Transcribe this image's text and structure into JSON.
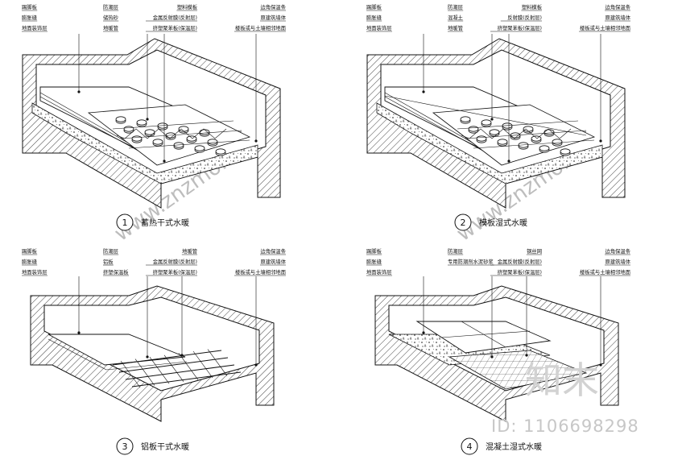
{
  "panels": [
    {
      "number": "1",
      "caption": "蓄热干式水暖",
      "left_labels": [
        "踢脚板",
        "膨胀缝",
        "地面装饰层"
      ],
      "mid_labels": [
        "防潮层",
        "储热砂",
        "地暖管"
      ],
      "right_labels": [
        "塑料模板",
        "金属反射膜(反射层)",
        "挤塑聚苯板(保温层)"
      ],
      "far_labels": [
        "边角保温条",
        "原建筑墙体",
        "楼板或与土壤相邻地面"
      ]
    },
    {
      "number": "2",
      "caption": "模板湿式水暖",
      "left_labels": [
        "踢脚板",
        "膨胀缝",
        "地面装饰层"
      ],
      "mid_labels": [
        "防潮层",
        "混凝土",
        "地暖管"
      ],
      "right_labels": [
        "塑料模板",
        "反射膜(反射层)",
        "挤塑聚苯板(保温层)"
      ],
      "far_labels": [
        "边角保温条",
        "原建筑墙体",
        "楼板或与土壤相邻地面"
      ]
    },
    {
      "number": "3",
      "caption": "铝板干式水暖",
      "left_labels": [
        "踢脚板",
        "膨胀缝",
        "地面装饰层"
      ],
      "mid_labels": [
        "防潮层",
        "铝板",
        "挤塑保温板"
      ],
      "right_labels": [
        "地暖管",
        "金属反射膜(反射层)",
        "挤塑聚苯板(保温层)"
      ],
      "far_labels": [
        "边角保温条",
        "原建筑墙体",
        "楼板或与土壤相邻地面"
      ]
    },
    {
      "number": "4",
      "caption": "混凝土湿式水暖",
      "left_labels": [
        "踢脚板",
        "膨胀缝",
        "地面装饰层"
      ],
      "mid_labels": [
        "防潮层",
        "专用防潮剂水泥砂浆"
      ],
      "right_labels": [
        "钢丝网",
        "金属反射膜(反射层)",
        "挤塑聚苯板(保温层)"
      ],
      "far_labels": [
        "边角保温条",
        "原建筑墙体",
        "楼板或与土壤相邻地面"
      ]
    }
  ],
  "watermark": {
    "site": "www.znzmo.com",
    "brand": "知末",
    "id_text": "ID: 1106698298"
  }
}
